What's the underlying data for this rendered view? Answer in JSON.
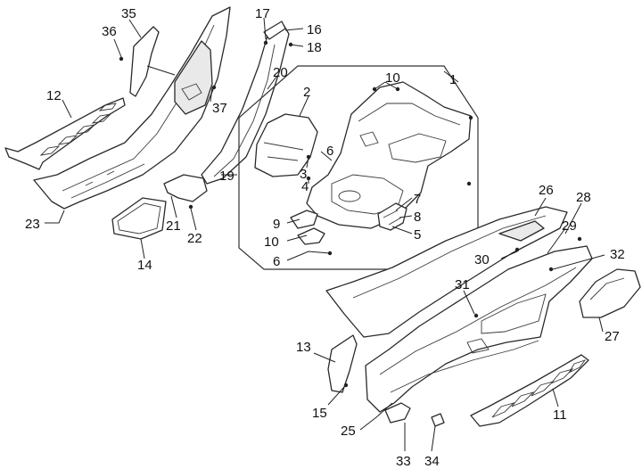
{
  "callouts": [
    {
      "id": "c1",
      "text": "1"
    },
    {
      "id": "c2",
      "text": "2"
    },
    {
      "id": "c3",
      "text": "3"
    },
    {
      "id": "c4",
      "text": "4"
    },
    {
      "id": "c5",
      "text": "5"
    },
    {
      "id": "c6a",
      "text": "6"
    },
    {
      "id": "c6b",
      "text": "6"
    },
    {
      "id": "c7",
      "text": "7"
    },
    {
      "id": "c8",
      "text": "8"
    },
    {
      "id": "c9",
      "text": "9"
    },
    {
      "id": "c10",
      "text": "10"
    },
    {
      "id": "c11",
      "text": "11"
    },
    {
      "id": "c12",
      "text": "12"
    },
    {
      "id": "c13",
      "text": "13"
    },
    {
      "id": "c14",
      "text": "14"
    },
    {
      "id": "c15",
      "text": "15"
    },
    {
      "id": "c16",
      "text": "16"
    },
    {
      "id": "c17",
      "text": "17"
    },
    {
      "id": "c18",
      "text": "18"
    },
    {
      "id": "c19",
      "text": "19"
    },
    {
      "id": "c20",
      "text": "20"
    },
    {
      "id": "c21",
      "text": "21"
    },
    {
      "id": "c22",
      "text": "22"
    },
    {
      "id": "c23",
      "text": "23"
    },
    {
      "id": "c24",
      "text": "24"
    },
    {
      "id": "c25",
      "text": "25"
    },
    {
      "id": "c26",
      "text": "26"
    },
    {
      "id": "c27",
      "text": "27"
    },
    {
      "id": "c28",
      "text": "28"
    },
    {
      "id": "c29",
      "text": "29"
    },
    {
      "id": "c30",
      "text": "30"
    },
    {
      "id": "c31",
      "text": "31"
    },
    {
      "id": "c32",
      "text": "32"
    },
    {
      "id": "c33",
      "text": "33"
    },
    {
      "id": "c34",
      "text": "34"
    },
    {
      "id": "c35",
      "text": "35"
    },
    {
      "id": "c36",
      "text": "36"
    },
    {
      "id": "c37",
      "text": "37"
    }
  ],
  "colors": {
    "line": "#2a2a2a",
    "background": "#ffffff"
  }
}
